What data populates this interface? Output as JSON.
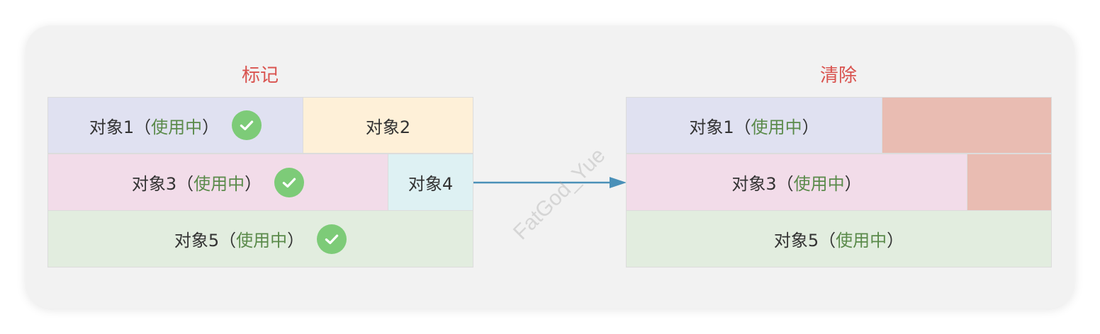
{
  "left": {
    "title": "标记",
    "blocks": [
      {
        "name": "对象1",
        "status": "使用中",
        "open": "（",
        "close": "）"
      },
      {
        "name": "对象2"
      },
      {
        "name": "对象3",
        "status": "使用中",
        "open": "（",
        "close": "）"
      },
      {
        "name": "对象4"
      },
      {
        "name": "对象5",
        "status": "使用中",
        "open": "（",
        "close": "）"
      }
    ]
  },
  "right": {
    "title": "清除",
    "blocks": [
      {
        "name": "对象1",
        "status": "使用中",
        "open": "（",
        "close": "）"
      },
      {
        "name": "对象3",
        "status": "使用中",
        "open": "（",
        "close": "）"
      },
      {
        "name": "对象5",
        "status": "使用中",
        "open": "（",
        "close": "）"
      }
    ]
  },
  "watermark": "FatGod_Yue",
  "icons": {
    "marked": "check-circle-icon",
    "arrow": "arrow-right-icon"
  },
  "colors": {
    "title": "#d9534f",
    "in_use_text": "#5a8a4a",
    "check": "#7dcb78",
    "arrow": "#4a90b8",
    "freed": "#e9bcb2"
  }
}
